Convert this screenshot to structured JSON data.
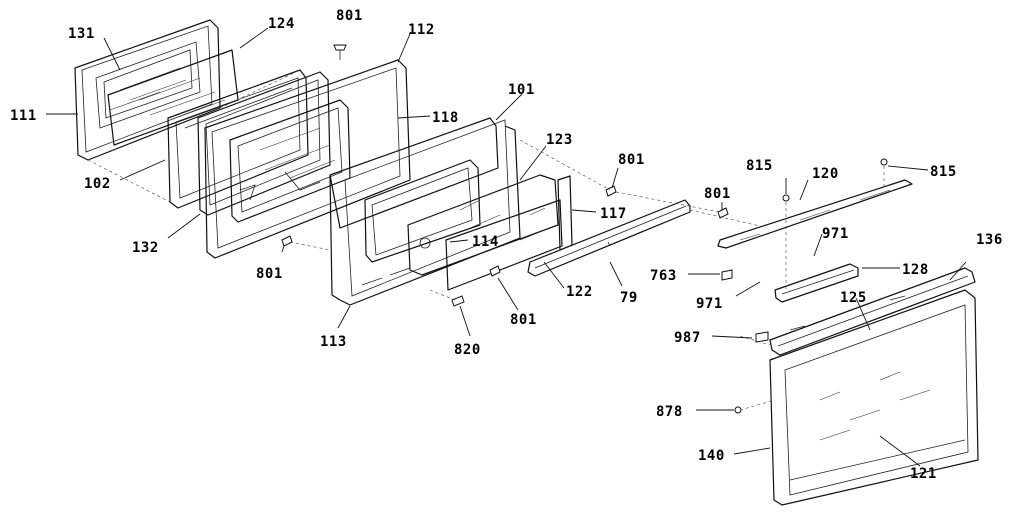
{
  "diagram": {
    "labels": {
      "p131": "131",
      "p124": "124",
      "p801a": "801",
      "p112": "112",
      "p111": "111",
      "p118": "118",
      "p101": "101",
      "p102": "102",
      "p123": "123",
      "p801b": "801",
      "p815a": "815",
      "p120": "120",
      "p815b": "815",
      "p801c": "801",
      "p117": "117",
      "p114": "114",
      "p971a": "971",
      "p136": "136",
      "p132": "132",
      "p801d": "801",
      "p763": "763",
      "p128": "128",
      "p122": "122",
      "p79": "79",
      "p971b": "971",
      "p125": "125",
      "p801e": "801",
      "p113": "113",
      "p820": "820",
      "p987": "987",
      "p878": "878",
      "p140": "140",
      "p121": "121"
    }
  }
}
